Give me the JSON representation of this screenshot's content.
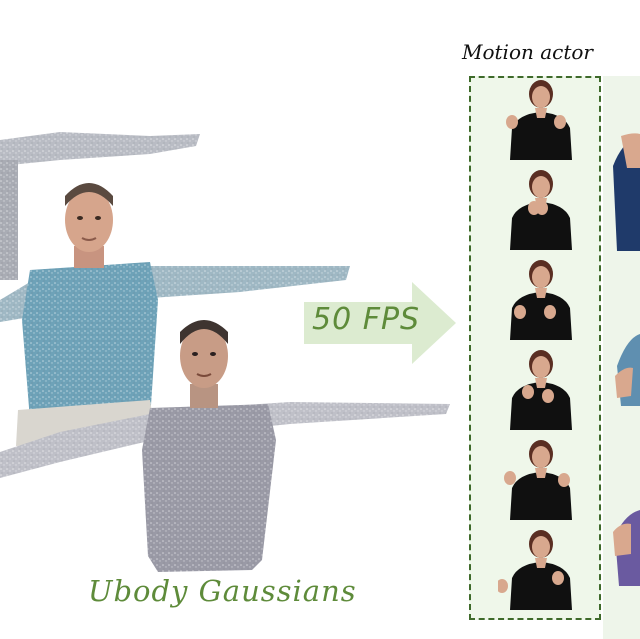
{
  "fps_label": "50 FPS",
  "motion_title": "Motion actor",
  "avatars_title": "Ubody Gaussians",
  "motion_frames": [
    {
      "pose": "hands-open"
    },
    {
      "pose": "hands-together"
    },
    {
      "pose": "hands-low"
    },
    {
      "pose": "hands-chest"
    },
    {
      "pose": "hands-crossed"
    },
    {
      "pose": "hands-down"
    }
  ],
  "colors": {
    "accent_green": "#5e8b3a",
    "panel_fill": "#eff7ea",
    "panel_border": "#3e6a2a",
    "arrow_fill": "#dcebd0",
    "shirt_blue": "#6ea2b8",
    "shirt_gray": "#9a9aa6",
    "actor_shirt": "#101010",
    "skin": "#d8a88e"
  }
}
